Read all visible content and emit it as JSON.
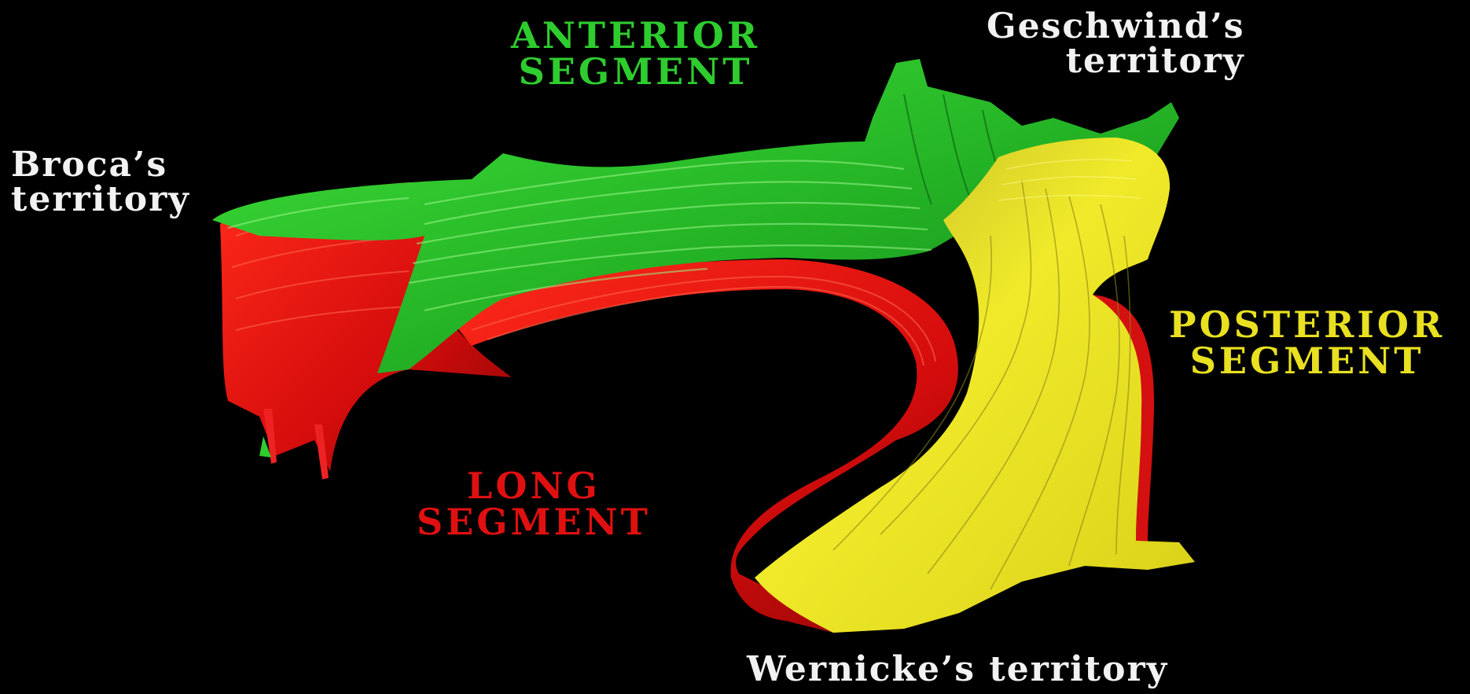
{
  "labels": {
    "anterior": {
      "line1": "ANTERIOR",
      "line2": "SEGMENT"
    },
    "geschwind": {
      "line1": "Geschwind’s",
      "line2": "territory"
    },
    "broca": {
      "line1": "Broca’s",
      "line2": "territory"
    },
    "posterior": {
      "line1": "POSTERIOR",
      "line2": "SEGMENT"
    },
    "long": {
      "line1": "LONG",
      "line2": "SEGMENT"
    },
    "wernicke": {
      "line1": "Wernicke’s territory"
    }
  },
  "colors": {
    "background": "#000000",
    "anterior": "#2ecc2e",
    "long": "#e01010",
    "posterior": "#e8e020",
    "territory_text": "#f2f2f2"
  }
}
